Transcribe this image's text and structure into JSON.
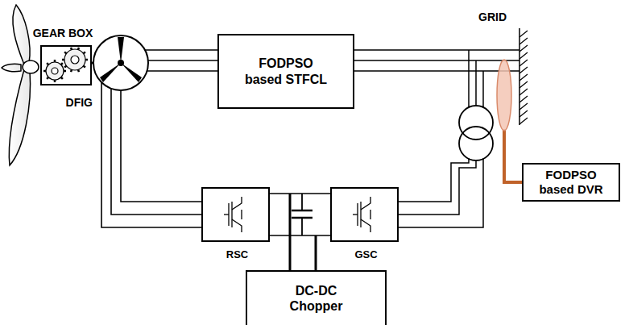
{
  "diagram": {
    "nodes": [
      {
        "text": [
          "GEAR BOX"
        ]
      },
      {
        "text": [
          "DFIG"
        ]
      },
      {
        "text": [
          "FODPSO based STFCL"
        ]
      },
      {
        "text": [
          "FODPSO based DVR"
        ]
      },
      {
        "text": [
          "RSC"
        ]
      },
      {
        "text": [
          "GSC"
        ]
      },
      {
        "text": [
          "DC-DC Chopper"
        ]
      }
    ],
    "edges": [
      {
        "from": 0,
        "to": 1,
        "arrow": "none"
      },
      {
        "from": 1,
        "to": 2,
        "arrow": "none"
      },
      {
        "from": 1,
        "to": 4,
        "arrow": "none"
      },
      {
        "from": 4,
        "to": 5,
        "arrow": "none"
      }
    ],
    "labels": [
      "GRID"
    ]
  }
}
